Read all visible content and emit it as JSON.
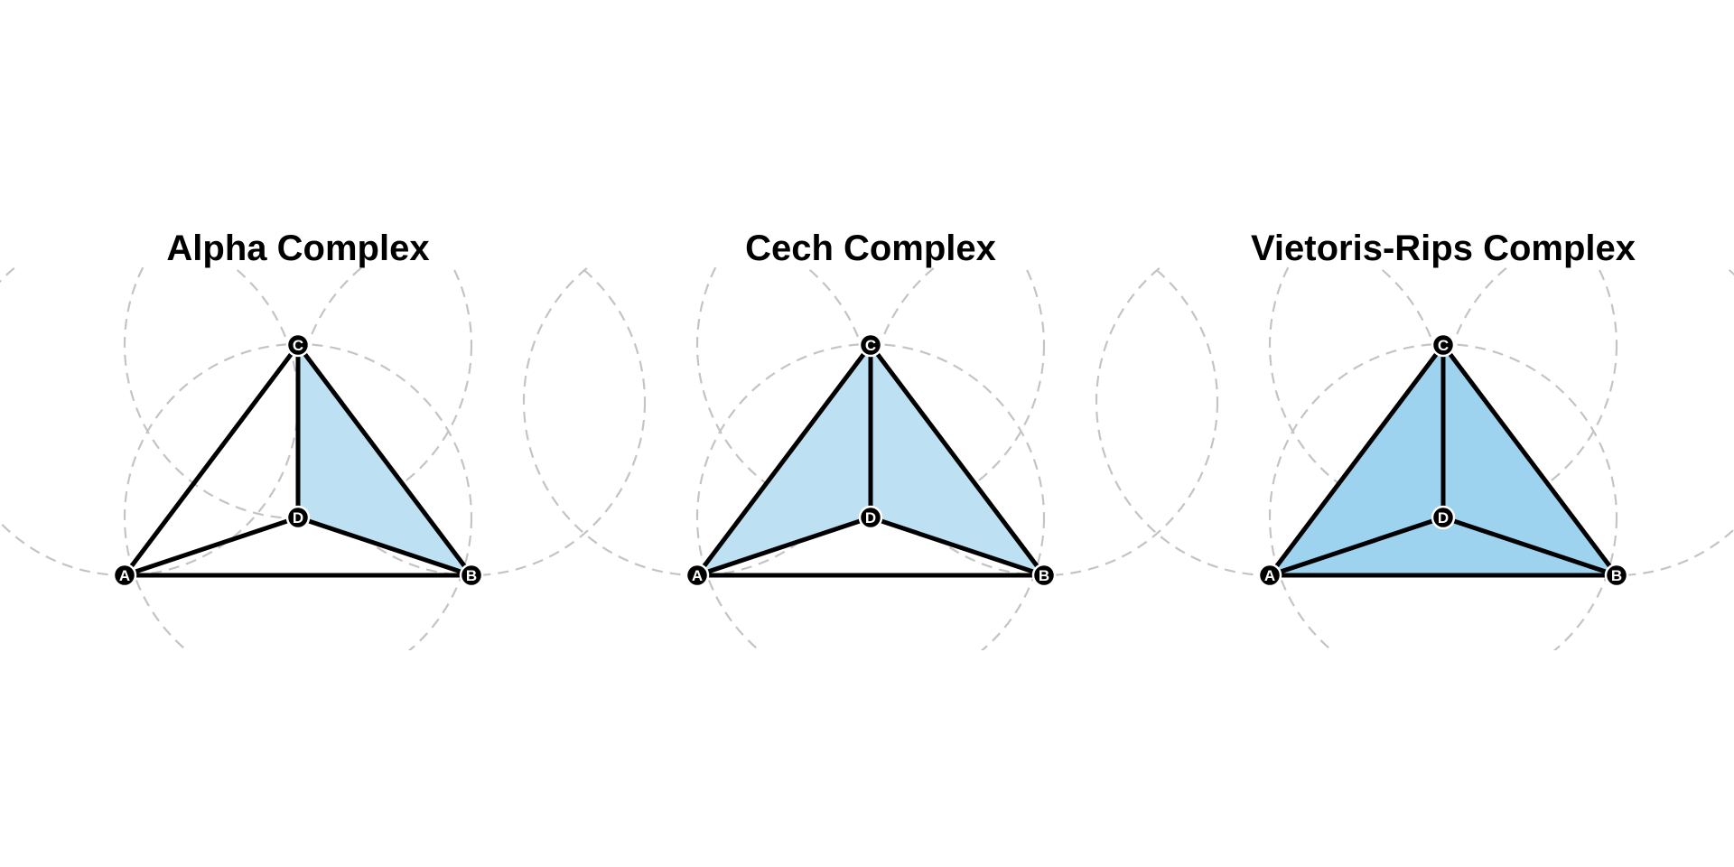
{
  "colors": {
    "background": "#ffffff",
    "edge": "#000000",
    "vertex_fill": "#000000",
    "vertex_label": "#ffffff",
    "radius_circle": "#c4c4c4",
    "face_light": "#bde1f2",
    "face_dark": "#9dd3ee"
  },
  "vertices": [
    "A",
    "B",
    "C",
    "D"
  ],
  "panels": [
    {
      "title": "Alpha Complex",
      "edges": [
        [
          "A",
          "B"
        ],
        [
          "A",
          "C"
        ],
        [
          "A",
          "D"
        ],
        [
          "B",
          "C"
        ],
        [
          "B",
          "D"
        ],
        [
          "C",
          "D"
        ]
      ],
      "faces": [
        {
          "vertices": [
            "B",
            "C",
            "D"
          ],
          "color": "#bde1f2"
        }
      ]
    },
    {
      "title": "Cech Complex",
      "edges": [
        [
          "A",
          "B"
        ],
        [
          "A",
          "C"
        ],
        [
          "A",
          "D"
        ],
        [
          "B",
          "C"
        ],
        [
          "B",
          "D"
        ],
        [
          "C",
          "D"
        ]
      ],
      "faces": [
        {
          "vertices": [
            "A",
            "C",
            "D"
          ],
          "color": "#bde1f2"
        },
        {
          "vertices": [
            "B",
            "C",
            "D"
          ],
          "color": "#bde1f2"
        }
      ]
    },
    {
      "title": "Vietoris-Rips Complex",
      "edges": [
        [
          "A",
          "B"
        ],
        [
          "A",
          "C"
        ],
        [
          "A",
          "D"
        ],
        [
          "B",
          "C"
        ],
        [
          "B",
          "D"
        ],
        [
          "C",
          "D"
        ]
      ],
      "faces": [
        {
          "vertices": [
            "A",
            "B",
            "C",
            "D"
          ],
          "color": "#9dd3ee"
        }
      ]
    }
  ]
}
